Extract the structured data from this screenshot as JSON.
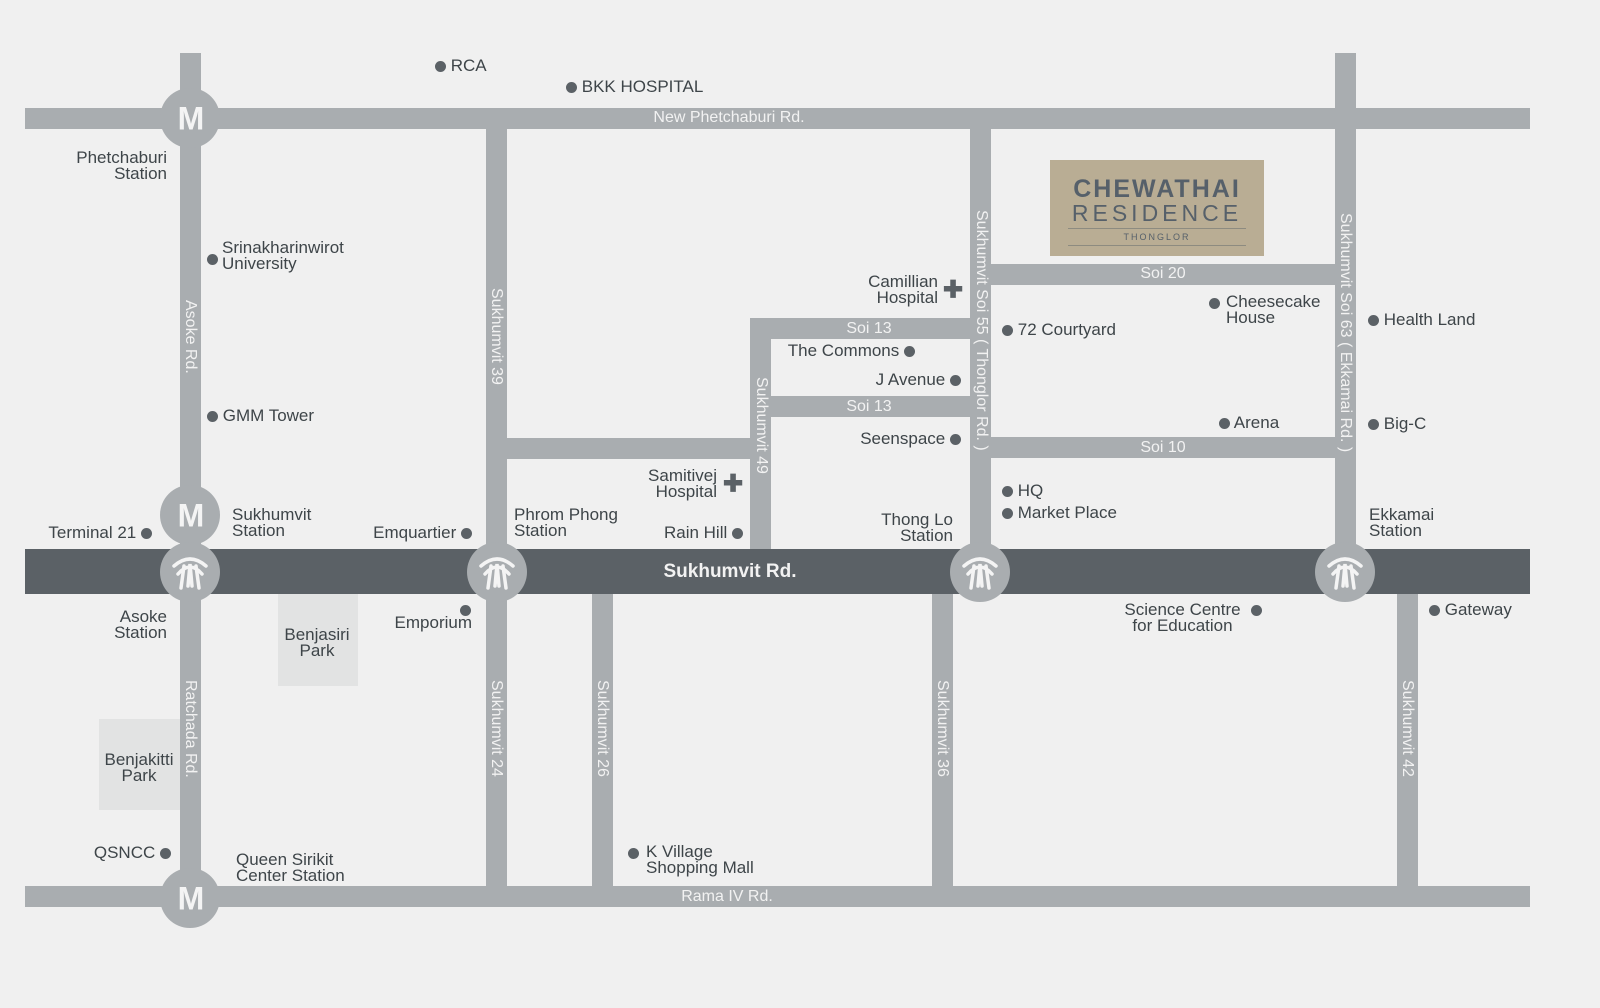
{
  "colors": {
    "background": "#f0f0f0",
    "road": "#a9adb0",
    "main_road": "#5b6166",
    "text": "#3e4549",
    "logo_bg": "#b9ad94"
  },
  "logo": {
    "line1": "CHEWATHAI",
    "line2": "RESIDENCE",
    "line3": "THONGLOR"
  },
  "roads": {
    "new_phetchaburi": "New Phetchaburi Rd.",
    "sukhumvit": "Sukhumvit Rd.",
    "rama4": "Rama IV Rd.",
    "soi20": "Soi 20",
    "soi10": "Soi 10",
    "soi13a": "Soi 13",
    "soi13b": "Soi 13",
    "asoke": "Asoke Rd.",
    "s39": "Sukhumvit 39",
    "s49": "Sukhumvit 49",
    "thonglor": "Sukhumvit Soi 55 ( Thonglor Rd. )",
    "ekkamai": "Sukhumvit Soi 63 ( Ekkamai Rd. )",
    "ratchada": "Ratchada Rd.",
    "s24": "Sukhumvit 24",
    "s26": "Sukhumvit 26",
    "s36": "Sukhumvit 36",
    "s42": "Sukhumvit 42"
  },
  "stations": {
    "phetchaburi": [
      "Phetchaburi",
      "Station"
    ],
    "sukhumvit": [
      "Sukhumvit",
      "Station"
    ],
    "phrom_phong": [
      "Phrom Phong",
      "Station"
    ],
    "thong_lo": [
      "Thong Lo",
      "Station"
    ],
    "ekkamai": [
      "Ekkamai",
      "Station"
    ],
    "asoke": [
      "Asoke",
      "Station"
    ],
    "qsncc": [
      "Queen Sirikit",
      "Center Station"
    ],
    "mrt_letter": "M"
  },
  "pois": {
    "rca": "RCA",
    "bkk": "BKK HOSPITAL",
    "swu": [
      "Srinakharinwirot",
      "University"
    ],
    "gmm": "GMM Tower",
    "terminal21": "Terminal 21",
    "emquartier": "Emquartier",
    "samitivej": [
      "Samitivej",
      "Hospital"
    ],
    "rainhill": "Rain Hill",
    "camillian": [
      "Camillian",
      "Hospital"
    ],
    "courtyard": "72 Courtyard",
    "commons": "The Commons",
    "javenue": "J Avenue",
    "seenspace": "Seenspace",
    "cheesecake": [
      "Cheesecake",
      "House"
    ],
    "healthland": "Health Land",
    "arena": "Arena",
    "bigc": "Big-C",
    "hq": "HQ",
    "marketplace": "Market Place",
    "emporium": "Emporium",
    "benjasiri": [
      "Benjasiri",
      "Park"
    ],
    "science": [
      "Science Centre",
      "for Education"
    ],
    "gateway": "Gateway",
    "benjakitti": [
      "Benjakitti",
      "Park"
    ],
    "qsncc": "QSNCC",
    "kvillage": [
      "K Village",
      "Shopping Mall"
    ]
  }
}
